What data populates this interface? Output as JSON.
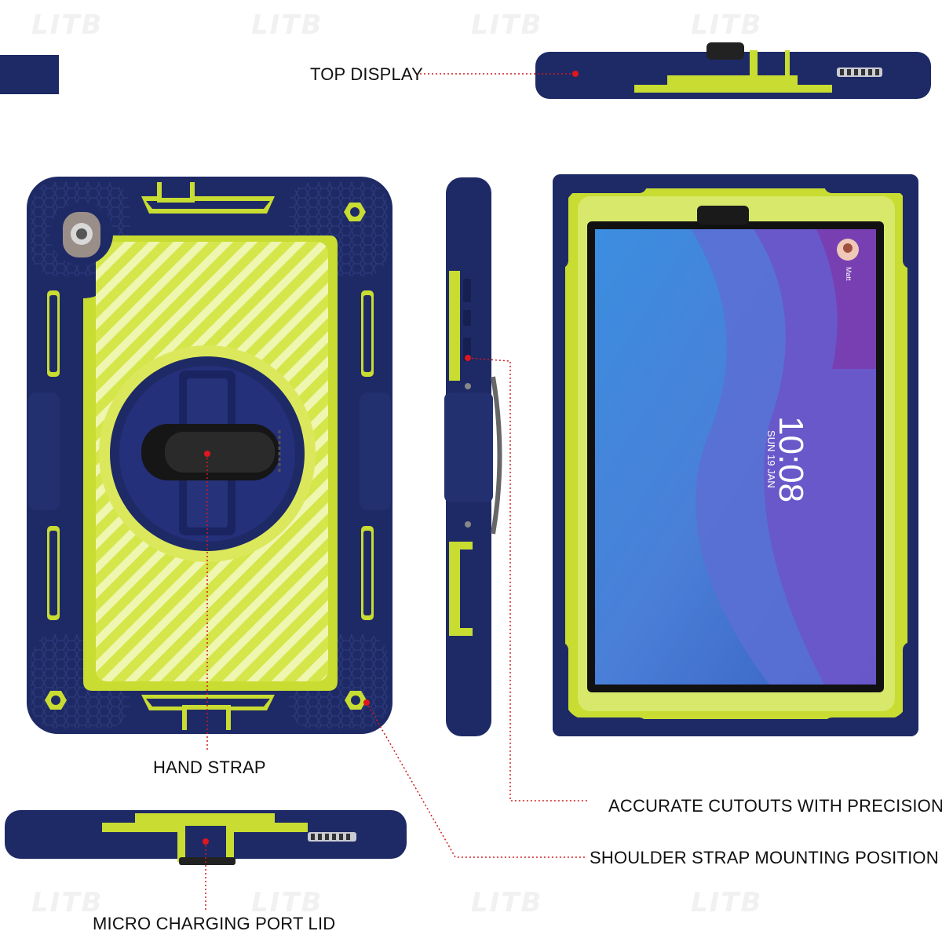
{
  "labels": {
    "top_display": "TOP DISPLAY",
    "hand_strap": "HAND STRAP",
    "accurate_cutouts": "ACCURATE CUTOUTS WITH PRECISION",
    "shoulder_strap": "SHOULDER STRAP MOUNTING POSITION",
    "micro_port": "MICRO CHARGING PORT LID"
  },
  "screen": {
    "time": "10:08",
    "date": "SUN 19 JAN",
    "user": "Matt"
  },
  "watermark": "LITB",
  "colors": {
    "navy": "#1e2a66",
    "lime": "#c8dc32",
    "lime_light": "#dcea7a",
    "callout": "#d11a1a",
    "screen_blue": "#3a86d8"
  }
}
